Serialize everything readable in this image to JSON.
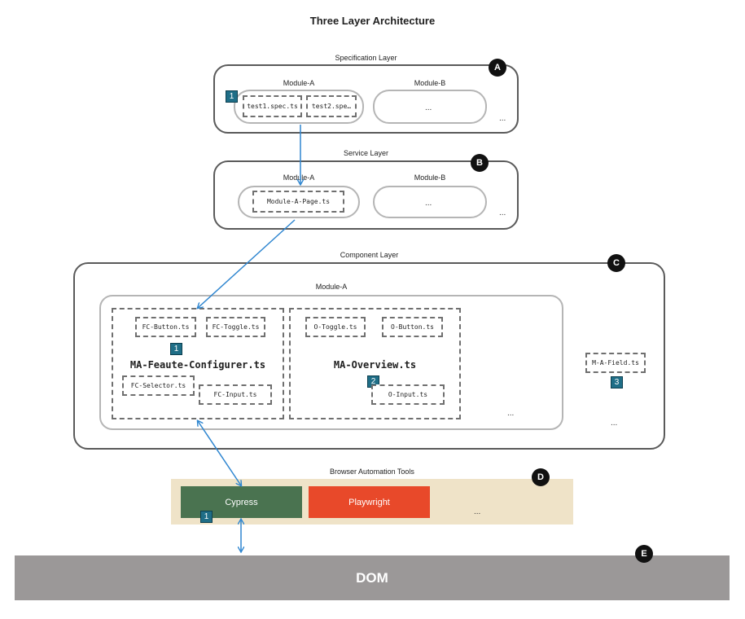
{
  "title": "Three Layer Architecture",
  "spec_layer": {
    "label": "Specification Layer",
    "badge": "A",
    "module_a": "Module-A",
    "module_b": "Module-B",
    "files": [
      "test1.spec.ts",
      "test2.spe…"
    ],
    "num_badge": "1",
    "inner_ellipsis": "...",
    "ellipsis": "..."
  },
  "service_layer": {
    "label": "Service Layer",
    "badge": "B",
    "module_a": "Module-A",
    "module_b": "Module-B",
    "file": "Module-A-Page.ts",
    "inner_ellipsis": "...",
    "ellipsis": "..."
  },
  "component_layer": {
    "label": "Component Layer",
    "badge": "C",
    "module_a": "Module-A",
    "configurer": {
      "name": "MA-Feaute-Configurer.ts",
      "num_badge": "1",
      "files": [
        "FC-Button.ts",
        "FC-Toggle.ts",
        "FC-Selector.ts",
        "FC-Input.ts"
      ]
    },
    "overview": {
      "name": "MA-Overview.ts",
      "num_badge": "2",
      "files": [
        "O-Toggle.ts",
        "O-Button.ts",
        "O-Input.ts"
      ]
    },
    "module_ellipsis": "...",
    "field": {
      "name": "M-A-Field.ts",
      "num_badge": "3"
    },
    "ellipsis": "..."
  },
  "browser_tools": {
    "label": "Browser Automation Tools",
    "badge": "D",
    "cypress": "Cypress",
    "playwright": "Playwright",
    "num_badge": "1",
    "ellipsis": "...",
    "colors": {
      "cypress": "#4a7350",
      "playwright": "#e8492a",
      "band": "#efe3c8"
    }
  },
  "dom": {
    "label": "DOM",
    "badge": "E",
    "color": "#9b9898"
  },
  "arrow_color": "#2f86d0"
}
